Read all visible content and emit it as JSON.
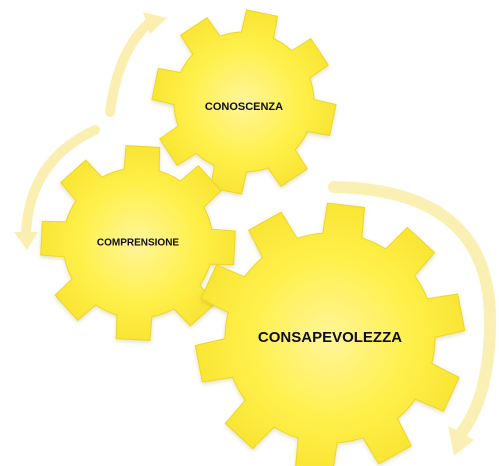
{
  "diagram": {
    "gears": [
      {
        "label": "CONOSCENZA"
      },
      {
        "label": "COMPRENSIONE"
      },
      {
        "label": "CONSAPEVOLEZZA"
      }
    ],
    "colors": {
      "gear_fill": "#ffee3a",
      "gear_center": "#fff7a0",
      "gear_edge": "#e9cf1c",
      "arrow": "#fbeea2",
      "text": "#111111"
    }
  }
}
